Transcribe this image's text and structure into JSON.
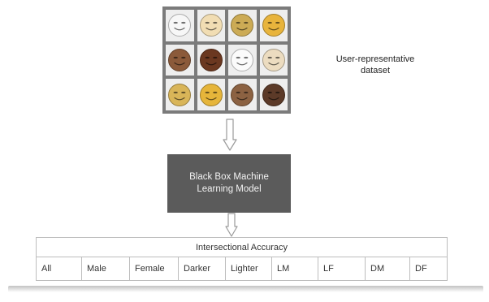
{
  "dataset": {
    "label_line1": "User-representative",
    "label_line2": "dataset",
    "face_colors": [
      [
        "#f7f7f7",
        "#f1ddb3",
        "#ccab55",
        "#e8b43c"
      ],
      [
        "#8b5a3a",
        "#6b3820",
        "#fbfbfb",
        "#ecdcc0"
      ],
      [
        "#d9b558",
        "#e6b53a",
        "#8c6242",
        "#5c3a28"
      ]
    ]
  },
  "model": {
    "label_line1": "Black Box Machine",
    "label_line2": "Learning Model"
  },
  "accuracy": {
    "title": "Intersectional Accuracy",
    "columns": [
      "All",
      "Male",
      "Female",
      "Darker",
      "Lighter",
      "LM",
      "LF",
      "DM",
      "DF"
    ]
  },
  "colors": {
    "model_box": "#5b5b5b",
    "grid_background": "#7b7b7b",
    "arrow_stroke": "#9a9a9a"
  }
}
